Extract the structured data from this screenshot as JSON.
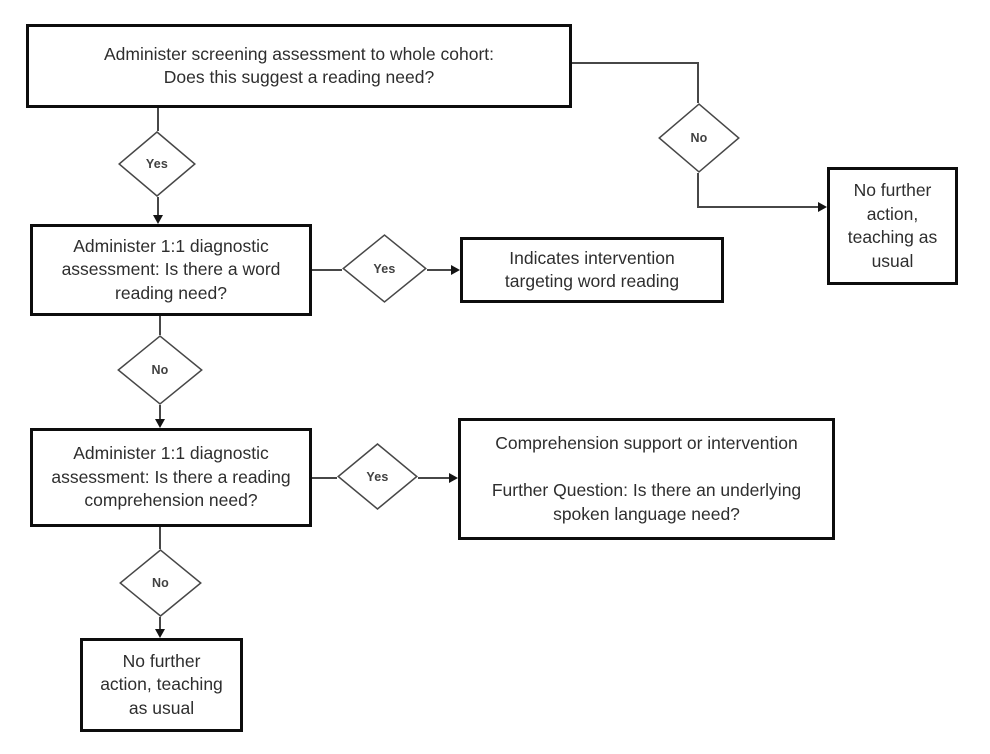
{
  "diagram": {
    "type": "flowchart",
    "topic": "Reading need assessment decision flow",
    "nodes": {
      "screening": "Administer screening assessment to whole cohort:\nDoes this suggest a reading need?",
      "word_diagnostic": "Administer 1:1 diagnostic\nassessment: Is there a word\nreading need?",
      "word_intervention": "Indicates intervention\ntargeting word reading",
      "no_action_right": "No further\naction,\nteaching as\nusual",
      "comprehension_diagnostic": "Administer 1:1 diagnostic\nassessment: Is there a reading\ncomprehension need?",
      "comprehension_support": "Comprehension support or intervention\n\nFurther Question: Is there an underlying\nspoken language need?",
      "no_action_bottom": "No further\naction, teaching\nas usual"
    },
    "decisions": {
      "screening_yes": "Yes",
      "screening_no": "No",
      "word_yes": "Yes",
      "word_no": "No",
      "comprehension_yes": "Yes",
      "comprehension_no": "No"
    },
    "colors": {
      "background": "#ffffff",
      "box_border": "#0d0d0d",
      "diamond_stroke": "#474747",
      "connector": "#474747",
      "text": "#2e2e2e"
    }
  }
}
